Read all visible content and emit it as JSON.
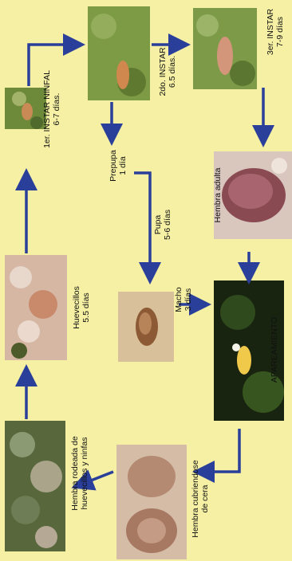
{
  "diagram": {
    "stages": {
      "first_instar": {
        "line1": "1er. INSTAR NINFAL",
        "line2": "6-7 días."
      },
      "second_instar": {
        "line1": "2do. INSTAR",
        "line2": "6.5 días."
      },
      "third_instar": {
        "line1": "3er. INSTAR",
        "line2": "7-9 días"
      },
      "prepupa": {
        "line1": "Prepupa",
        "line2": "1 día"
      },
      "pupa": {
        "line1": "Pupa",
        "line2": "5-6 días"
      },
      "adult_female": {
        "line1": "Hembra adulta",
        "line2": ""
      },
      "eggs": {
        "line1": "Huevecillos",
        "line2": "5.5 días"
      },
      "male": {
        "line1": "Macho",
        "line2": "3 días"
      },
      "mating": {
        "line1": "APAREAMIENTO",
        "line2": ""
      },
      "female_wax": {
        "line1": "Hembra cubriendose",
        "line2": "de cera"
      },
      "female_eggs_nymphs": {
        "line1": "Hembra rodeada de",
        "line2": "huevecillos y ninfas"
      }
    },
    "colors": {
      "background": "#f5f0a4",
      "arrow": "#2a3f99"
    }
  }
}
